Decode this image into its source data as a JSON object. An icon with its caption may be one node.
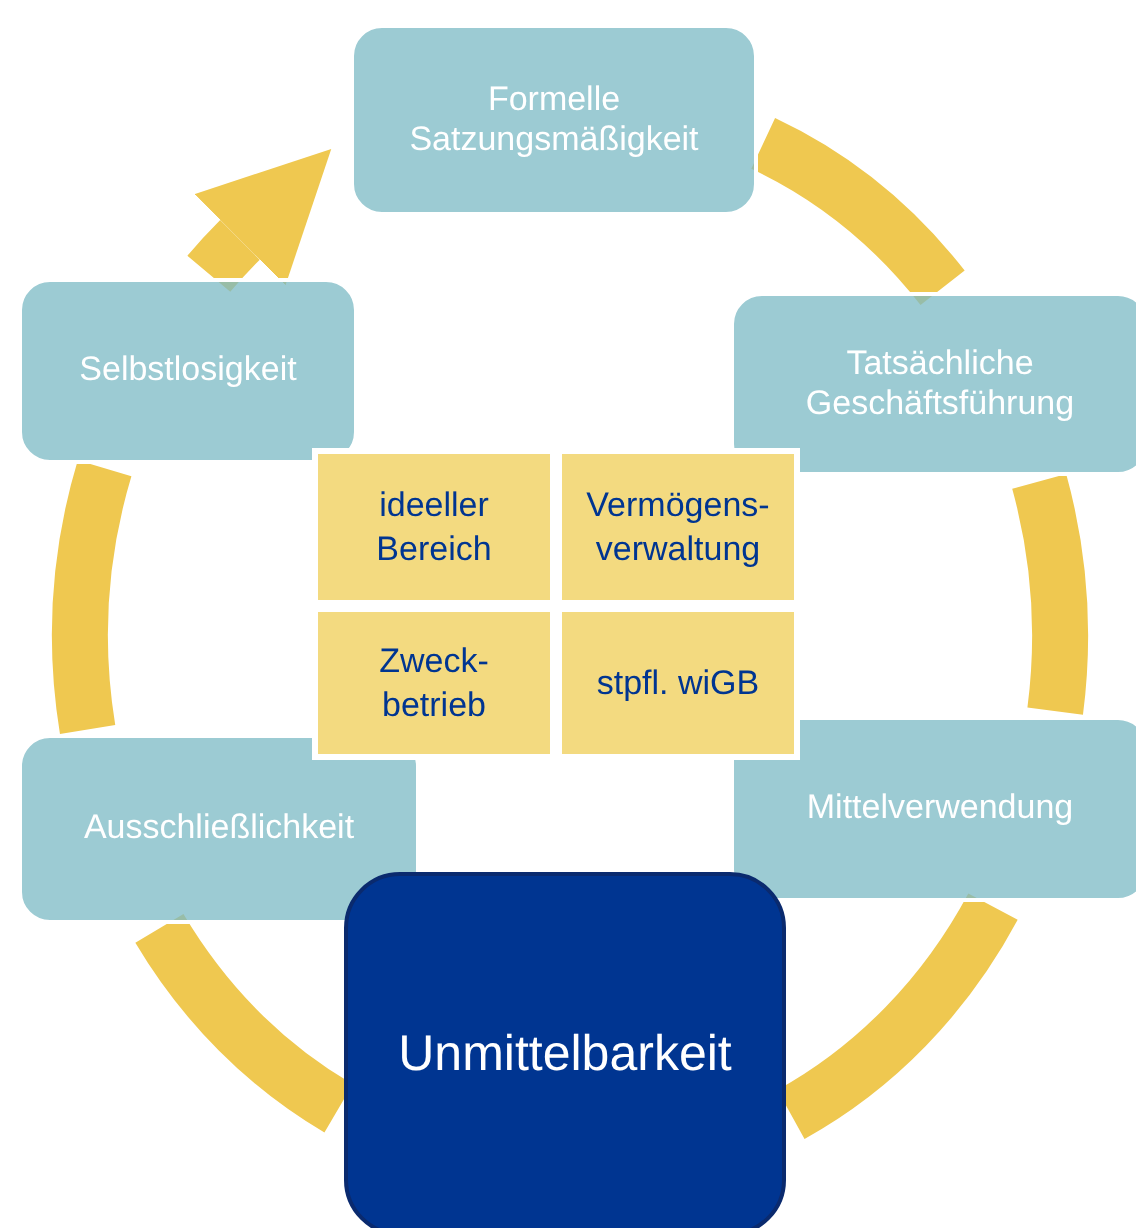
{
  "diagram": {
    "nodes": [
      {
        "text": [
          "Formelle Satzungsmäßigkeit"
        ]
      },
      {
        "text": [
          "Selbstlosigkeit"
        ]
      },
      {
        "text": [
          "Tatsächliche Geschäftsführung"
        ]
      },
      {
        "text": [
          "ideeller Bereich"
        ]
      },
      {
        "text": [
          "Vermögens- verwaltung"
        ]
      },
      {
        "text": [
          "Zweck- betrieb"
        ]
      },
      {
        "text": [
          "stpfl. wiGB"
        ]
      },
      {
        "text": [
          "Ausschließlichkeit"
        ]
      },
      {
        "text": [
          "Mittelverwendung"
        ]
      },
      {
        "text": [
          "Unmittelbarkeit"
        ]
      }
    ],
    "edges": [
      {
        "from": 0,
        "to": 2,
        "arrow": "none"
      },
      {
        "from": 2,
        "to": 8,
        "arrow": "none"
      },
      {
        "from": 8,
        "to": 9,
        "arrow": "none"
      },
      {
        "from": 9,
        "to": 7,
        "arrow": "none"
      },
      {
        "from": 7,
        "to": 1,
        "arrow": "none"
      },
      {
        "from": 1,
        "to": 0,
        "arrow": "to"
      }
    ]
  }
}
